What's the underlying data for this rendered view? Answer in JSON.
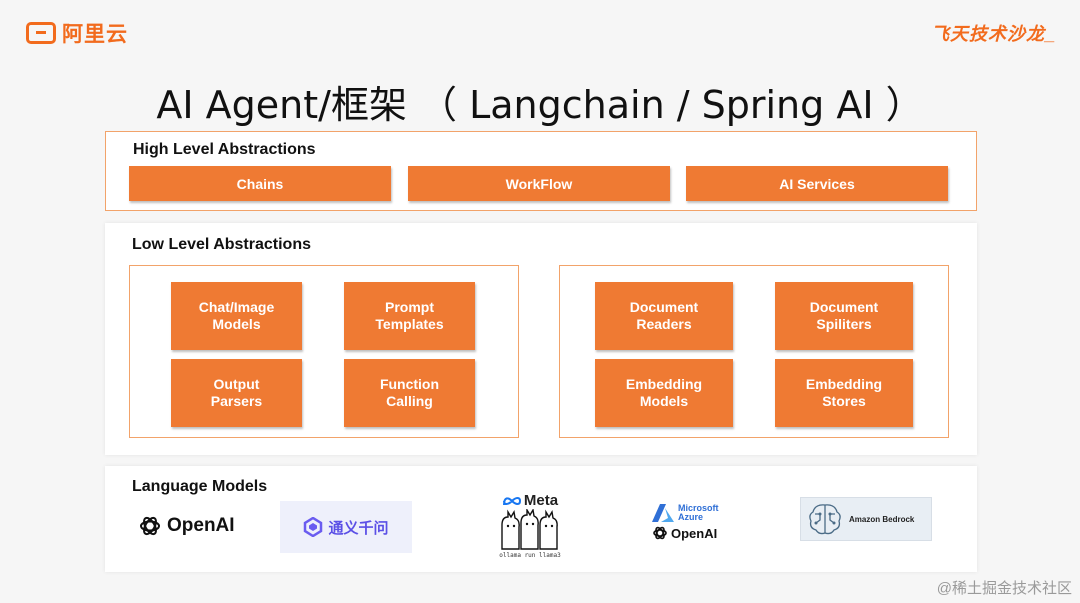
{
  "header": {
    "brand_left": "阿里云",
    "brand_right": "飞天技术沙龙_",
    "title": "AI Agent/框架 （ Langchain / Spring AI ）"
  },
  "high_level": {
    "label": "High Level Abstractions",
    "items": [
      "Chains",
      "WorkFlow",
      "AI Services"
    ]
  },
  "low_level": {
    "label": "Low Level Abstractions",
    "left_group": [
      "Chat/Image\nModels",
      "Prompt\nTemplates",
      "Output\nParsers",
      "Function\nCalling"
    ],
    "right_group": [
      "Document\nReaders",
      "Document\nSpiliters",
      "Embedding\nModels",
      "Embedding\nStores"
    ]
  },
  "language_models": {
    "label": "Language Models",
    "openai": "OpenAI",
    "tongyi": "通义千问",
    "meta": "Meta",
    "meta_caption": "ollama run llama3",
    "azure_line1": "Microsoft",
    "azure_line2": "Azure",
    "azure_openai": "OpenAI",
    "bedrock": "Amazon Bedrock"
  },
  "watermark": "@稀土掘金技术社区",
  "colors": {
    "accent": "#ef7a33",
    "border": "#f2a36a",
    "brand": "#f26b1d"
  }
}
